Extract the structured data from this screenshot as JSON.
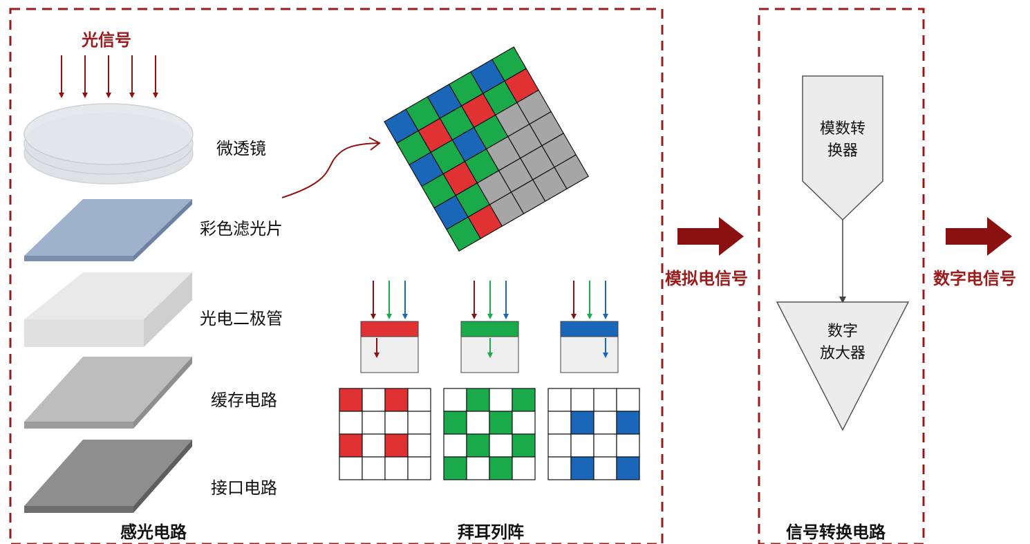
{
  "colors": {
    "frame": "#9b1b1b",
    "arrow": "#8b1010",
    "red_filter": "#e03232",
    "green_filter": "#1aaa4a",
    "blue_filter": "#1a66b8",
    "gray_cell": "#a6a6a6",
    "lens": "#d8dde2",
    "filter_plate": "#9fb2cc",
    "photodiode": "#e6e6e6",
    "buffer": "#bcbcbc",
    "interface": "#8c8c8c",
    "block_fill": "#ececec"
  },
  "sensor": {
    "light_signal": "光信号",
    "layers": [
      "微透镜",
      "彩色滤光片",
      "光电二极管",
      "缓存电路",
      "接口电路"
    ],
    "section_title": "感光电路"
  },
  "bayer": {
    "section_title": "拜耳列阵",
    "icon_names": [
      "red-channel-icon",
      "green-channel-icon",
      "blue-channel-icon"
    ]
  },
  "flow": {
    "analog_signal": "模拟电信号",
    "digital_signal": "数字电信号"
  },
  "converter": {
    "section_title": "信号转换电路",
    "adc_line1": "模数转",
    "adc_line2": "换器",
    "amp_line1": "数字",
    "amp_line2": "放大器"
  }
}
